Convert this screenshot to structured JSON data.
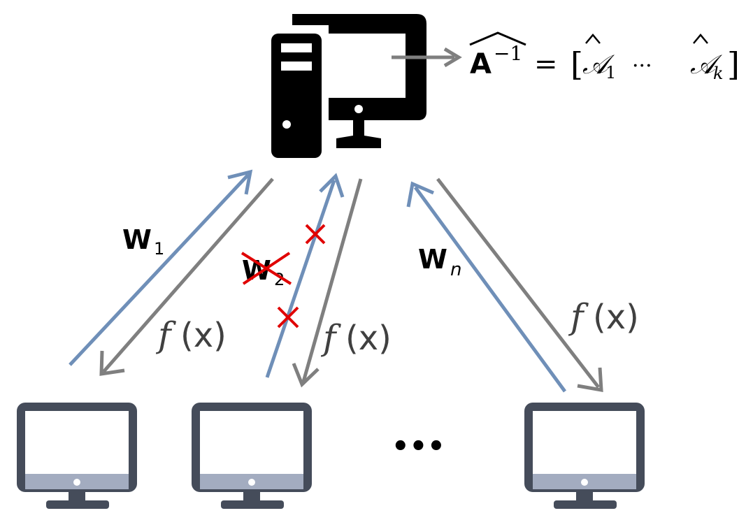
{
  "server": {
    "icon": "desktop-tower-server-icon",
    "output_lhs": "A",
    "output_lhs_sup": "−1",
    "output_eq": "=",
    "output_open_bracket": "[",
    "output_item1": "𝒜",
    "output_item1_sub": "1",
    "output_dots": "···",
    "output_item2": "𝒜",
    "output_item2_sub": "k",
    "output_close_bracket": "]"
  },
  "links": {
    "w1_label": "W",
    "w1_sub": "1",
    "w2_label": "W",
    "w2_sub": "2",
    "wn_label": "W",
    "wn_sub": "n",
    "fx_f": "f",
    "fx_arg": "(x)",
    "fail_mark": "×"
  },
  "workers": {
    "icon": "monitor-icon",
    "ellipsis": "•••"
  },
  "colors": {
    "server": "#000000",
    "upload_arrow": "#6f8fb8",
    "download_arrow": "#7f7f7f",
    "failure": "#e00000",
    "worker_frame": "#454c5a",
    "worker_screen_band": "#a3acc0"
  }
}
